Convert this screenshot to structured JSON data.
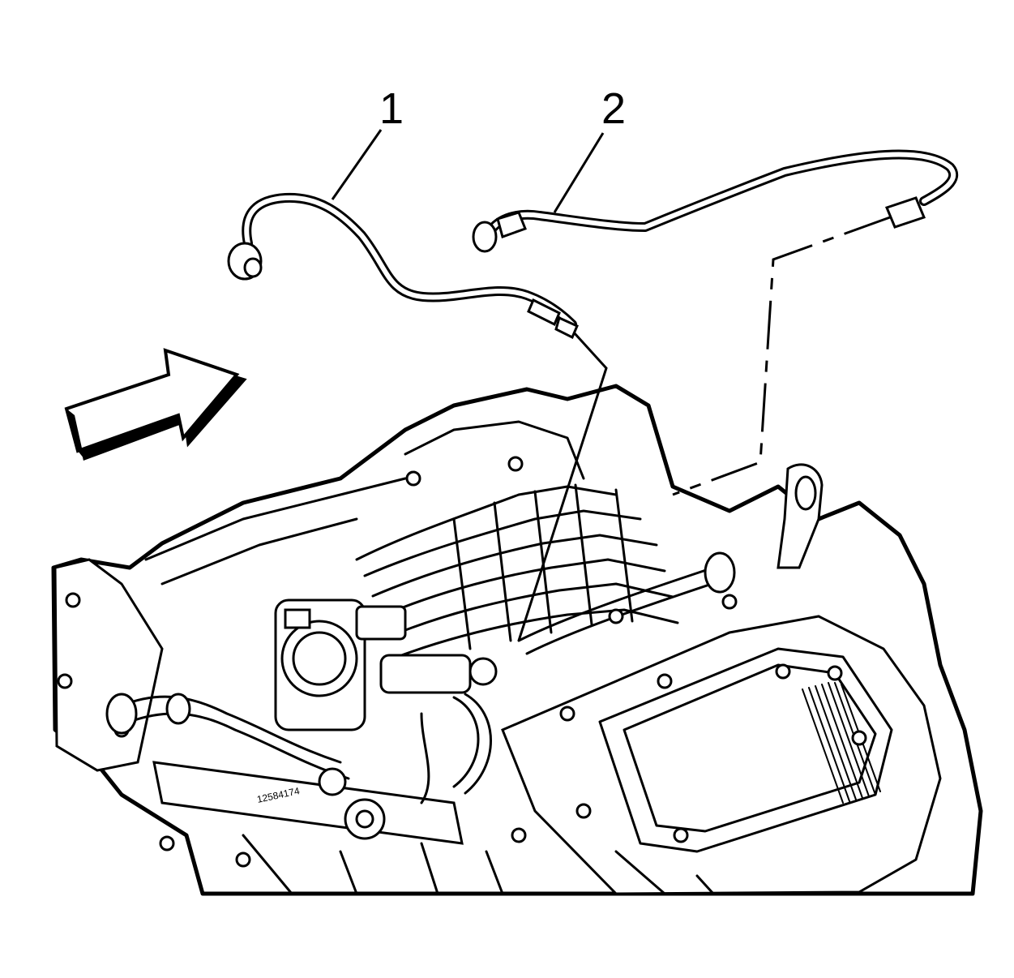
{
  "callouts": [
    {
      "id": "1",
      "label": "1"
    },
    {
      "id": "2",
      "label": "2"
    }
  ],
  "part_stamp": "12584174",
  "colors": {
    "ink": "#000000",
    "paper": "#ffffff"
  },
  "icons": {
    "direction": "hollow-arrow-icon"
  }
}
